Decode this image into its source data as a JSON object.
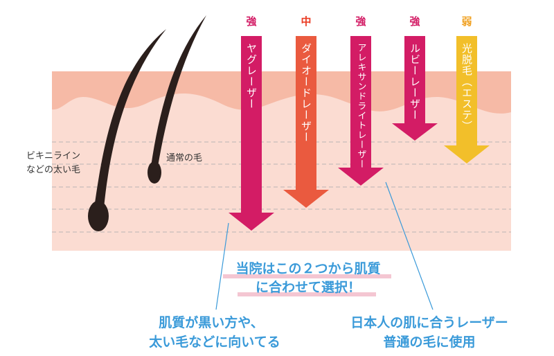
{
  "colors": {
    "strong": "#d31c65",
    "medium": "#ea5a3f",
    "weak": "#f2bf2a",
    "skin_top": "#f6baa6",
    "skin": "#fbdcd2",
    "blue": "#3a9ad9"
  },
  "lasers": [
    {
      "strength": "強",
      "name": "ヤグレーザー",
      "color": "#d31c65"
    },
    {
      "strength": "中",
      "name": "ダイオードレーザー",
      "color": "#ea5a3f"
    },
    {
      "strength": "強",
      "name": "アレキサンドライトレーザー",
      "color": "#d31c65"
    },
    {
      "strength": "強",
      "name": "ルビーレーザー",
      "color": "#d31c65"
    },
    {
      "strength": "弱",
      "name": "光脱毛（エステ）",
      "color": "#f2bf2a"
    }
  ],
  "hair_labels": {
    "thick_line1": "ビキニライン",
    "thick_line2": "などの太い毛",
    "normal": "通常の毛"
  },
  "center_note": {
    "line1": "当院はこの２つから肌質",
    "line2": "に合わせて選択！"
  },
  "left_note": {
    "line1": "肌質が黒い方や、",
    "line2": "太い毛などに向いてる"
  },
  "right_note": {
    "line1": "日本人の肌に合うレーザー",
    "line2": "普通の毛に使用"
  }
}
